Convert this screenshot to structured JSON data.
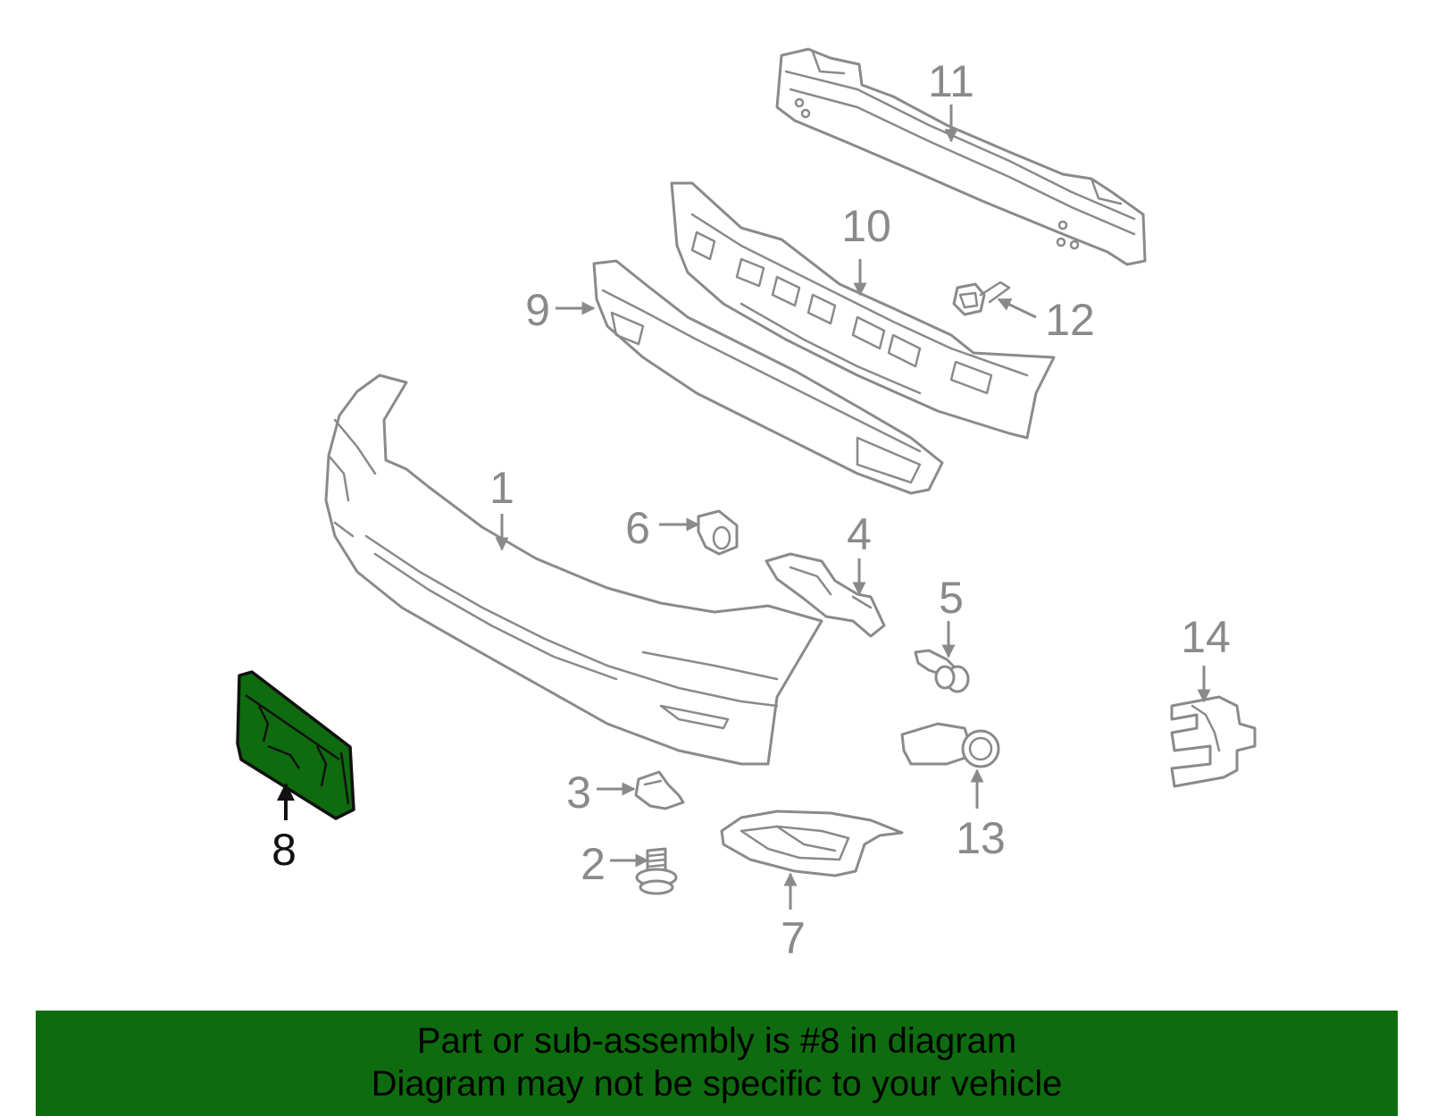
{
  "diagram": {
    "highlighted_callout": "8",
    "callouts": [
      "1",
      "2",
      "3",
      "4",
      "5",
      "6",
      "7",
      "8",
      "9",
      "10",
      "11",
      "12",
      "13",
      "14"
    ],
    "highlight_color": "#0f6b0f",
    "part_line_color": "#8a8a8a"
  },
  "banner": {
    "line1": "Part or sub-assembly is #8 in diagram",
    "line2": "Diagram may not be specific to your vehicle",
    "background": "#0f6b0f"
  }
}
